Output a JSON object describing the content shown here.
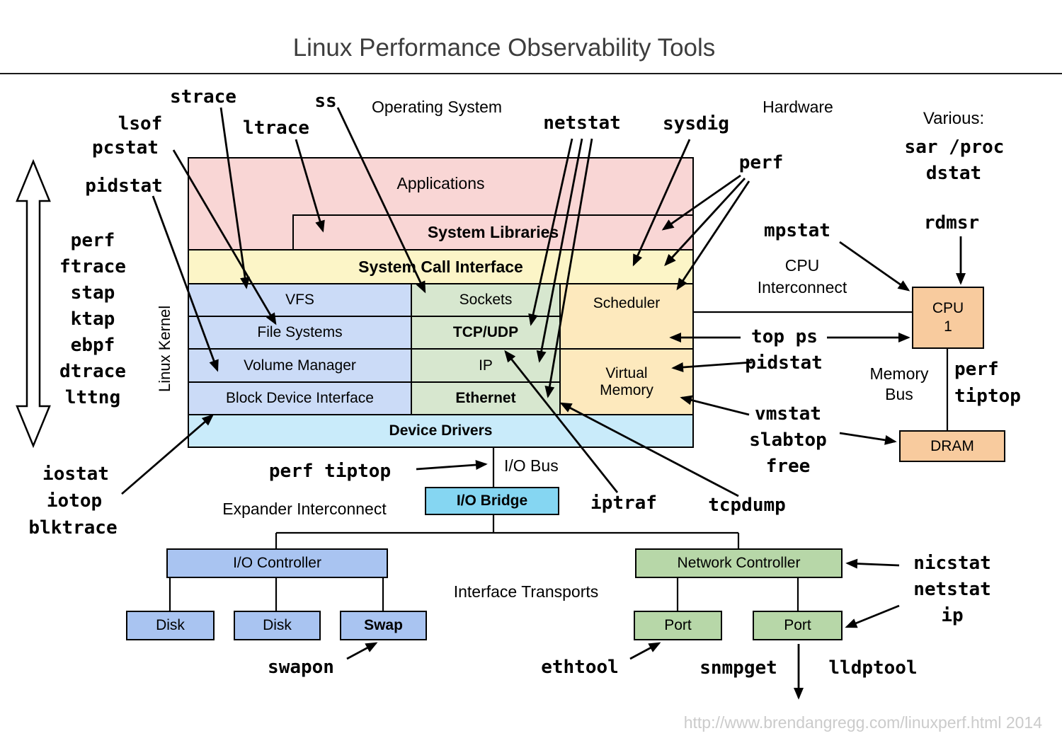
{
  "title": "Linux Performance Observability Tools",
  "footer_url": "http://www.brendangregg.com/linuxperf.html 2014",
  "labels": {
    "operating_system": "Operating System",
    "hardware": "Hardware",
    "various": "Various:",
    "linux_kernel": "Linux Kernel",
    "cpu_interconnect_line1": "CPU",
    "cpu_interconnect_line2": "Interconnect",
    "memory_bus_line1": "Memory",
    "memory_bus_line2": "Bus",
    "io_bus": "I/O Bus",
    "expander_interconnect": "Expander Interconnect",
    "interface_transports": "Interface Transports"
  },
  "boxes": {
    "applications": "Applications",
    "system_libraries": "System Libraries",
    "system_call_interface": "System Call Interface",
    "vfs": "VFS",
    "file_systems": "File Systems",
    "volume_manager": "Volume Manager",
    "block_device_interface": "Block Device Interface",
    "sockets": "Sockets",
    "tcp_udp": "TCP/UDP",
    "ip": "IP",
    "ethernet": "Ethernet",
    "scheduler": "Scheduler",
    "virtual_memory": "Virtual Memory",
    "device_drivers": "Device Drivers",
    "io_bridge": "I/O Bridge",
    "io_controller": "I/O Controller",
    "network_controller": "Network Controller",
    "disk1": "Disk",
    "disk2": "Disk",
    "swap": "Swap",
    "port1": "Port",
    "port2": "Port",
    "cpu_line1": "CPU",
    "cpu_line2": "1",
    "dram": "DRAM"
  },
  "tools": {
    "strace": "strace",
    "ltrace": "ltrace",
    "ss": "ss",
    "lsof": "lsof",
    "pcstat": "pcstat",
    "pidstat": "pidstat",
    "netstat": "netstat",
    "sysdig": "sysdig",
    "perf_top": "perf",
    "mpstat": "mpstat",
    "rdmsr": "rdmsr",
    "sar_proc": "sar /proc",
    "dstat": "dstat",
    "tracers": [
      "perf",
      "ftrace",
      "stap",
      "ktap",
      "ebpf",
      "dtrace",
      "lttng"
    ],
    "iostat": "iostat",
    "iotop": "iotop",
    "blktrace": "blktrace",
    "top_ps": "top ps",
    "pidstat_right": "pidstat",
    "vmstat": "vmstat",
    "slabtop": "slabtop",
    "free": "free",
    "perf_mem_line1": "perf",
    "perf_mem_line2": "tiptop",
    "perf_tiptop_io": "perf tiptop",
    "iptraf": "iptraf",
    "tcpdump": "tcpdump",
    "swapon": "swapon",
    "ethtool": "ethtool",
    "snmpget": "snmpget",
    "lldptool": "lldptool",
    "nic_tools": [
      "nicstat",
      "netstat",
      "ip"
    ]
  }
}
